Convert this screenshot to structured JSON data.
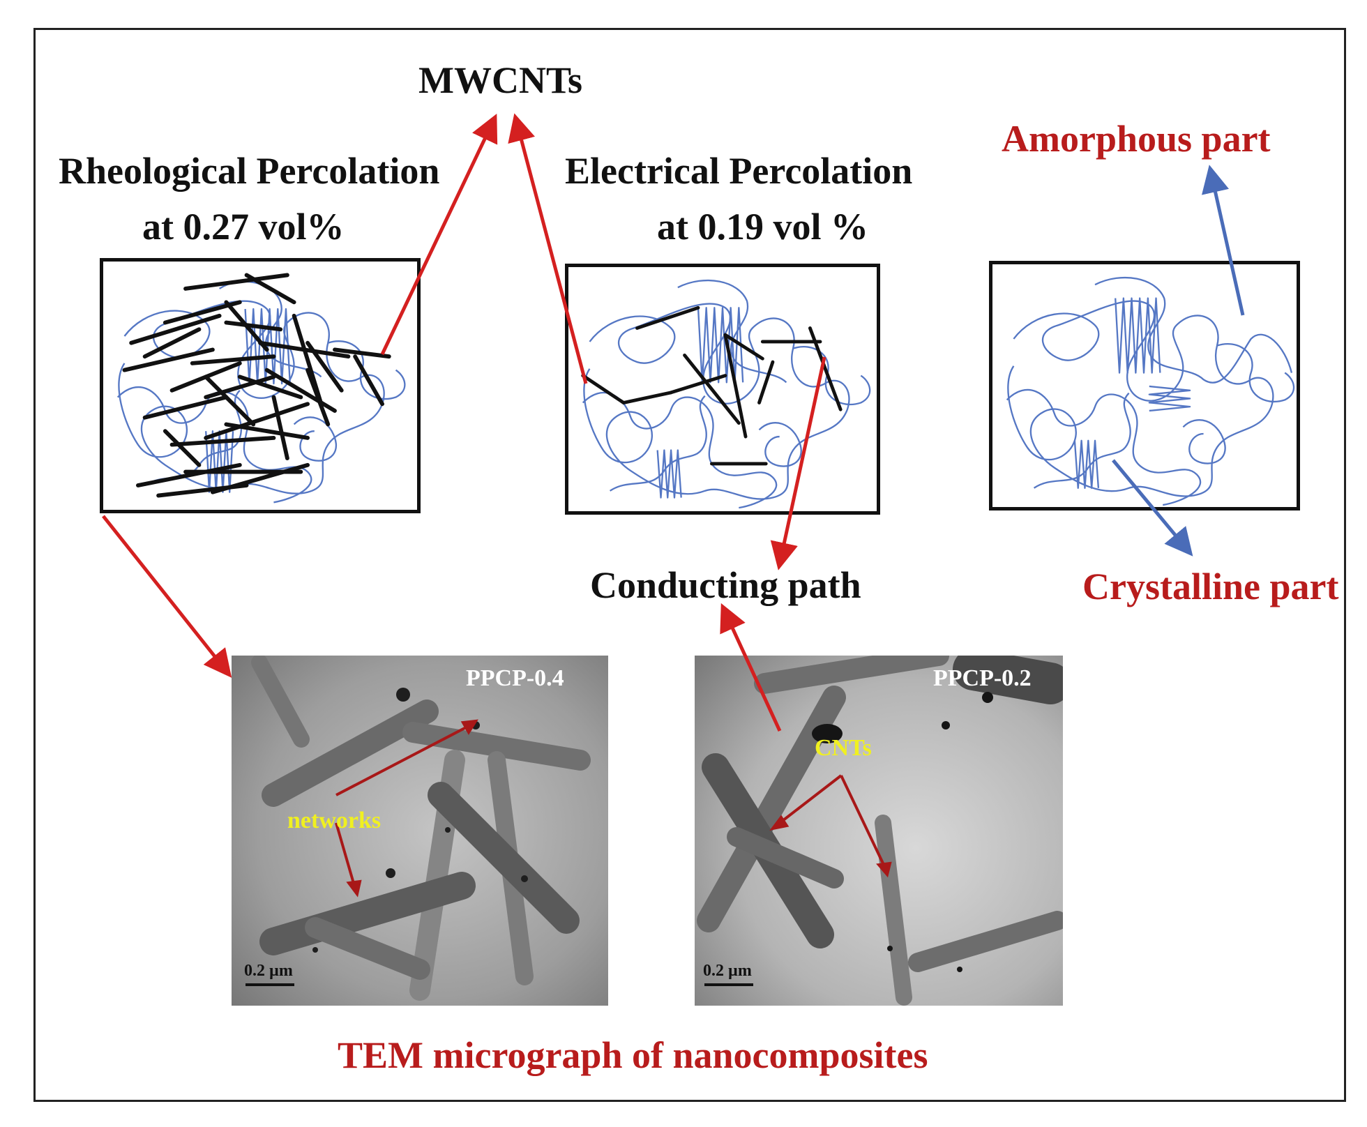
{
  "labels": {
    "mwcnts": "MWCNTs",
    "rheo_line1": "Rheological  Percolation",
    "rheo_line2": "at 0.27 vol%",
    "elec_line1": "Electrical Percolation",
    "elec_line2": "at 0.19 vol %",
    "amorphous": "Amorphous part",
    "crystalline": "Crystalline part",
    "conducting": "Conducting path",
    "caption": "TEM micrograph of nanocomposites"
  },
  "tem_left": {
    "sample": "PPCP-0.4",
    "annotation": "networks",
    "scale": "0.2 µm"
  },
  "tem_right": {
    "sample": "PPCP-0.2",
    "annotation": "CNTs",
    "scale": "0.2 µm"
  },
  "colors": {
    "red_arrow": "#d42020",
    "blue_arrow": "#4a6cb8",
    "polymer_chain": "#5577c4",
    "cnt": "#111111",
    "caption_red": "#b81c1c"
  }
}
